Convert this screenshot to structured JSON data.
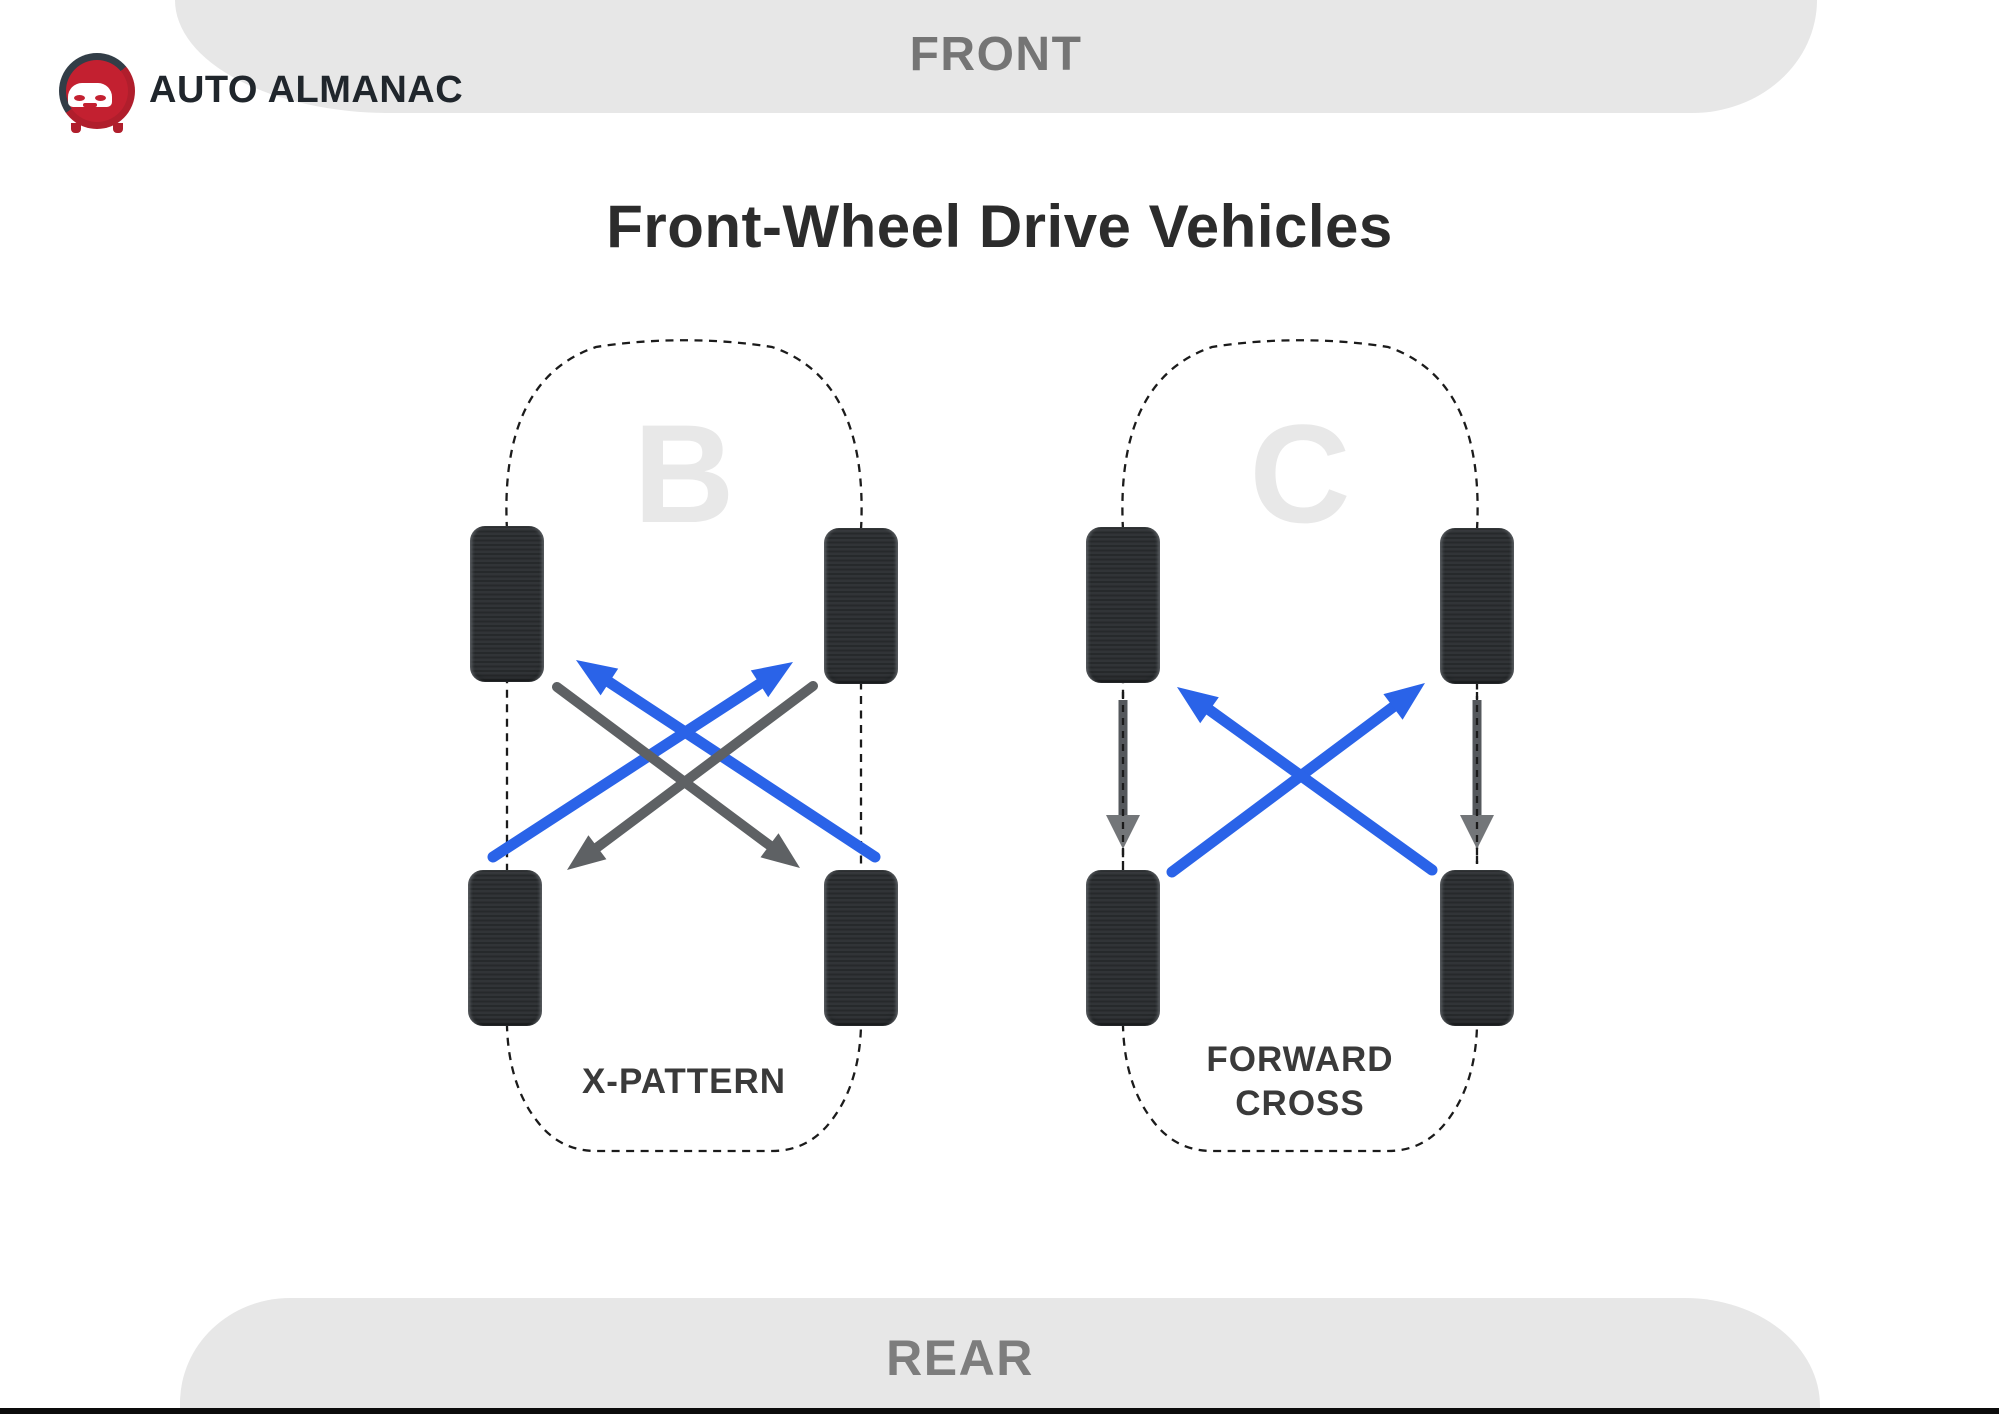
{
  "brand": {
    "name": "AUTO ALMANAC"
  },
  "header": {
    "front_label": "FRONT"
  },
  "footer": {
    "rear_label": "REAR"
  },
  "title": "Front-Wheel Drive Vehicles",
  "diagrams": [
    {
      "id": "B",
      "letter": "B",
      "label": "X-PATTERN",
      "moves": [
        {
          "from": "rear-left",
          "to": "front-right",
          "style": "blue-diagonal"
        },
        {
          "from": "rear-right",
          "to": "front-left",
          "style": "blue-diagonal"
        },
        {
          "from": "front-left",
          "to": "rear-right",
          "style": "gray-diagonal"
        },
        {
          "from": "front-right",
          "to": "rear-left",
          "style": "gray-diagonal"
        }
      ]
    },
    {
      "id": "C",
      "letter": "C",
      "label": "FORWARD CROSS",
      "moves": [
        {
          "from": "rear-left",
          "to": "front-right",
          "style": "blue-diagonal"
        },
        {
          "from": "rear-right",
          "to": "front-left",
          "style": "blue-diagonal"
        },
        {
          "from": "front-left",
          "to": "rear-left",
          "style": "gray-straight-down"
        },
        {
          "from": "front-right",
          "to": "rear-right",
          "style": "gray-straight-down"
        }
      ]
    }
  ],
  "colors": {
    "arrow_blue": "#2a63e8",
    "arrow_gray": "#5e6164",
    "banner_gray": "#e7e7e7",
    "banner_text": "#7a7a7a",
    "tire": "#2b2e31",
    "watermark": "#e8e8e8",
    "outline_dash": "#1b1b1b",
    "logo_red": "#c32030",
    "logo_dark": "#323d47"
  }
}
